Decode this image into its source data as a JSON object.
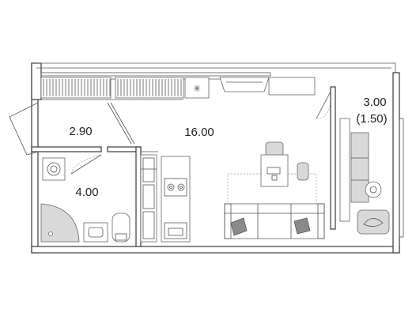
{
  "areas": {
    "main_room": "16.00",
    "corridor": "2.90",
    "bathroom": "4.00",
    "balcony_line1": "3.00",
    "balcony_line2": "(1.50)"
  },
  "colors": {
    "wall": "#3a3a3a",
    "furniture_fill": "#d9d9d9",
    "accent_dark": "#8a8a8a"
  },
  "icons": [
    "snowflake-icon",
    "cooktop-icon",
    "oven-icon",
    "washing-machine-icon",
    "robot-vacuum-icon"
  ]
}
